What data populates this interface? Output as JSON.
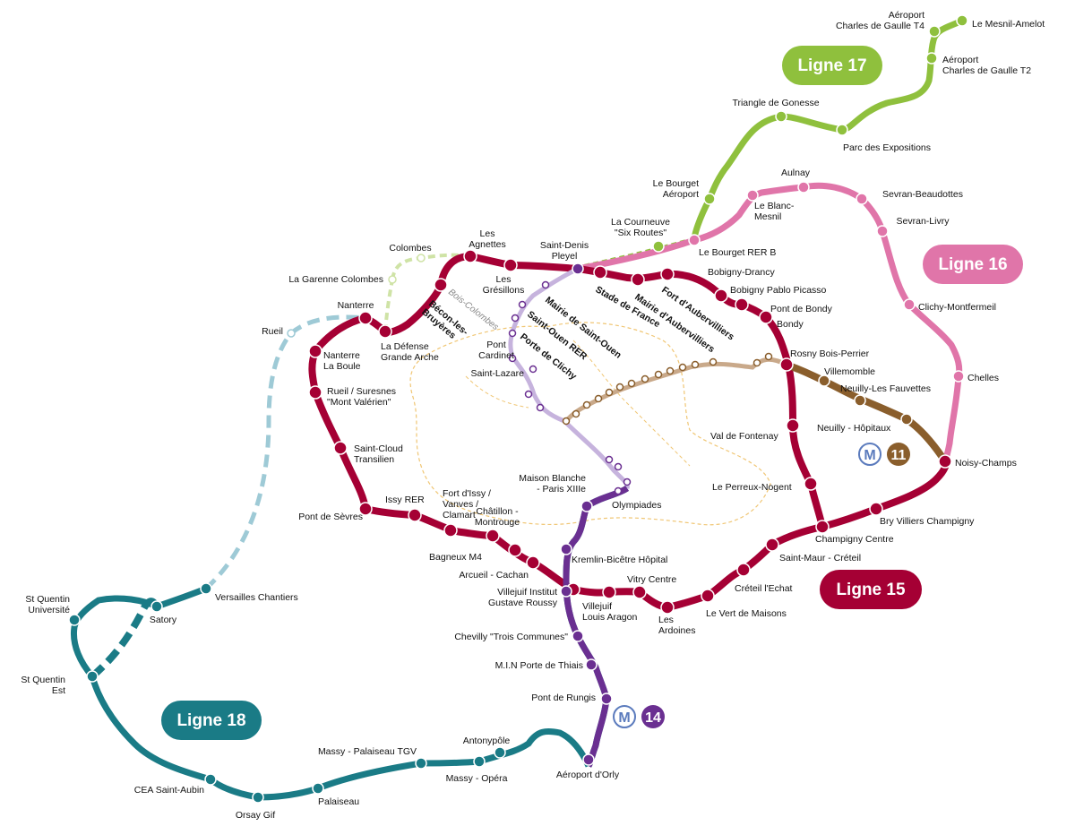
{
  "lines": {
    "l15": {
      "name": "Ligne 15",
      "color": "#a50034"
    },
    "l16": {
      "name": "Ligne 16",
      "color": "#e075a9"
    },
    "l17": {
      "name": "Ligne 17",
      "color": "#8fc03d"
    },
    "l18": {
      "name": "Ligne 18",
      "color": "#1a7b86"
    },
    "l14": {
      "number": "14",
      "color": "#6a2f91"
    },
    "l11": {
      "number": "11",
      "color": "#8a5e2c"
    },
    "metro_symbol": "M",
    "metro_color": "#5b7bbd"
  },
  "stations": {
    "s1": "Le Mesnil-Amelot",
    "s2": "Aéroport\nCharles de Gaulle  T4",
    "s3": "Aéroport\nCharles de Gaulle  T2",
    "s4": "Triangle de Gonesse",
    "s5": "Parc des Expositions",
    "s6": "Le Bourget\nAéroport",
    "s7": "Aulnay",
    "s8": "Sevran-Beaudottes",
    "s9": "Sevran-Livry",
    "s10": "Le Blanc-\nMesnil",
    "s11": "La Courneuve\n\"Six Routes\"",
    "s12": "Le Bourget RER B",
    "s13": "Saint-Denis\nPleyel",
    "s14": "Les\nAgnettes",
    "s15": "Colombes",
    "s16": "La Garenne Colombes",
    "s17": "Les\nGrésillons",
    "s18": "Bobigny-Drancy",
    "s19": "Bobigny Pablo Picasso",
    "s20": "Pont de Bondy",
    "s21": "Bondy",
    "s22": "Clichy-Montfermeil",
    "s23": "Chelles",
    "s24": "Rueil",
    "s25": "Nanterre",
    "s26": "Nanterre\nLa Boule",
    "s27": "La Défense\nGrande Arche",
    "s28": "Rueil / Suresnes\n\"Mont Valérien\"",
    "s29": "Saint-Cloud\nTransilien",
    "s30": "Issy RER",
    "s31": "Pont de Sèvres",
    "s32": "Fort d'Issy /\nVanves /\nClamart",
    "s33": "Châtillon -\nMontrouge",
    "s34": "Bagneux M4",
    "s35": "Arcueil - Cachan",
    "s36": "Villejuif Institut\nGustave Roussy",
    "s37": "Kremlin-Bicêtre Hôpital",
    "s38": "Vitry Centre",
    "s39": "Villejuif\nLouis Aragon",
    "s40": "Les\nArdoines",
    "s41": "Le Vert de Maisons",
    "s42": "Créteil l'Echat",
    "s43": "Saint-Maur - Créteil",
    "s44": "Champigny Centre",
    "s45": "Bry Villiers Champigny",
    "s46": "Noisy-Champs",
    "s47": "Le Perreux-Nogent",
    "s48": "Val de Fontenay",
    "s49": "Neuilly - Hôpitaux",
    "s50": "Neuilly-Les Fauvettes",
    "s51": "Villemomble",
    "s52": "Rosny Bois-Perrier",
    "s53": "Pont\nCardinet",
    "s54": "Saint-Lazare",
    "s55": "Maison Blanche\n- Paris XIIIe",
    "s56": "Olympiades",
    "s57": "Chevilly \"Trois Communes\"",
    "s58": "M.I.N Porte de Thiais",
    "s59": "Pont de Rungis",
    "s60": "Aéroport d'Orly",
    "s61": "Antonypôle",
    "s62": "Massy - Palaiseau  TGV",
    "s63": "Massy - Opéra",
    "s64": "Palaiseau",
    "s65": "Orsay Gif",
    "s66": "CEA Saint-Aubin",
    "s67": "St Quentin\nEst",
    "s68": "St Quentin\nUniversité",
    "s69": "Satory",
    "s70": "Versailles Chantiers"
  },
  "rotated": {
    "r1": "Mairie de Saint-Ouen",
    "r2": "Saint-Ouen RER",
    "r3": "Porte de Clichy",
    "r4": "Stade de France",
    "r5": "Mairie d'Aubervilliers",
    "r6": "Fort d'Aubervilliers",
    "r7": "Bécon-les-\nBruyères",
    "r8": "Bois-Colombes"
  }
}
